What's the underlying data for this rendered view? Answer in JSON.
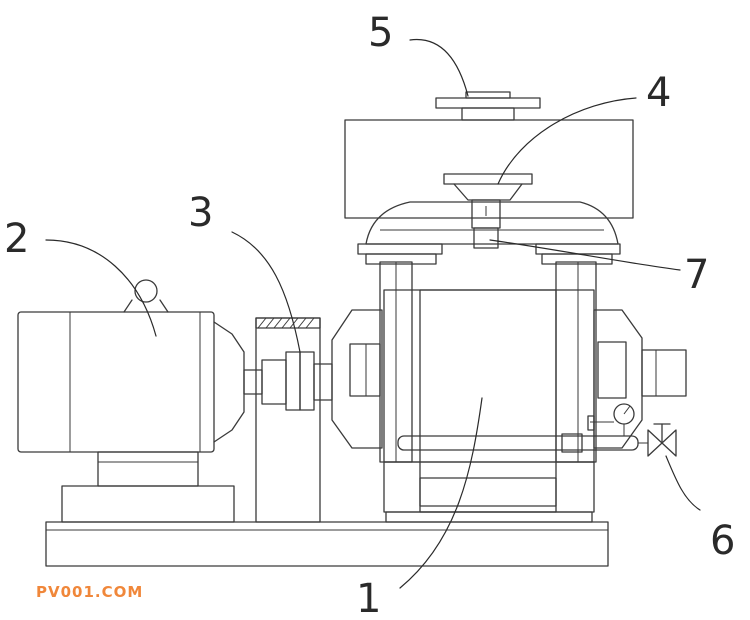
{
  "labels": {
    "pump_body": "1",
    "motor": "2",
    "coupling": "3",
    "inlet_flange": "4",
    "top_flange": "5",
    "valve": "6",
    "joint": "7"
  },
  "watermark": {
    "text": "PV001.COM",
    "color": "#f0873a"
  }
}
